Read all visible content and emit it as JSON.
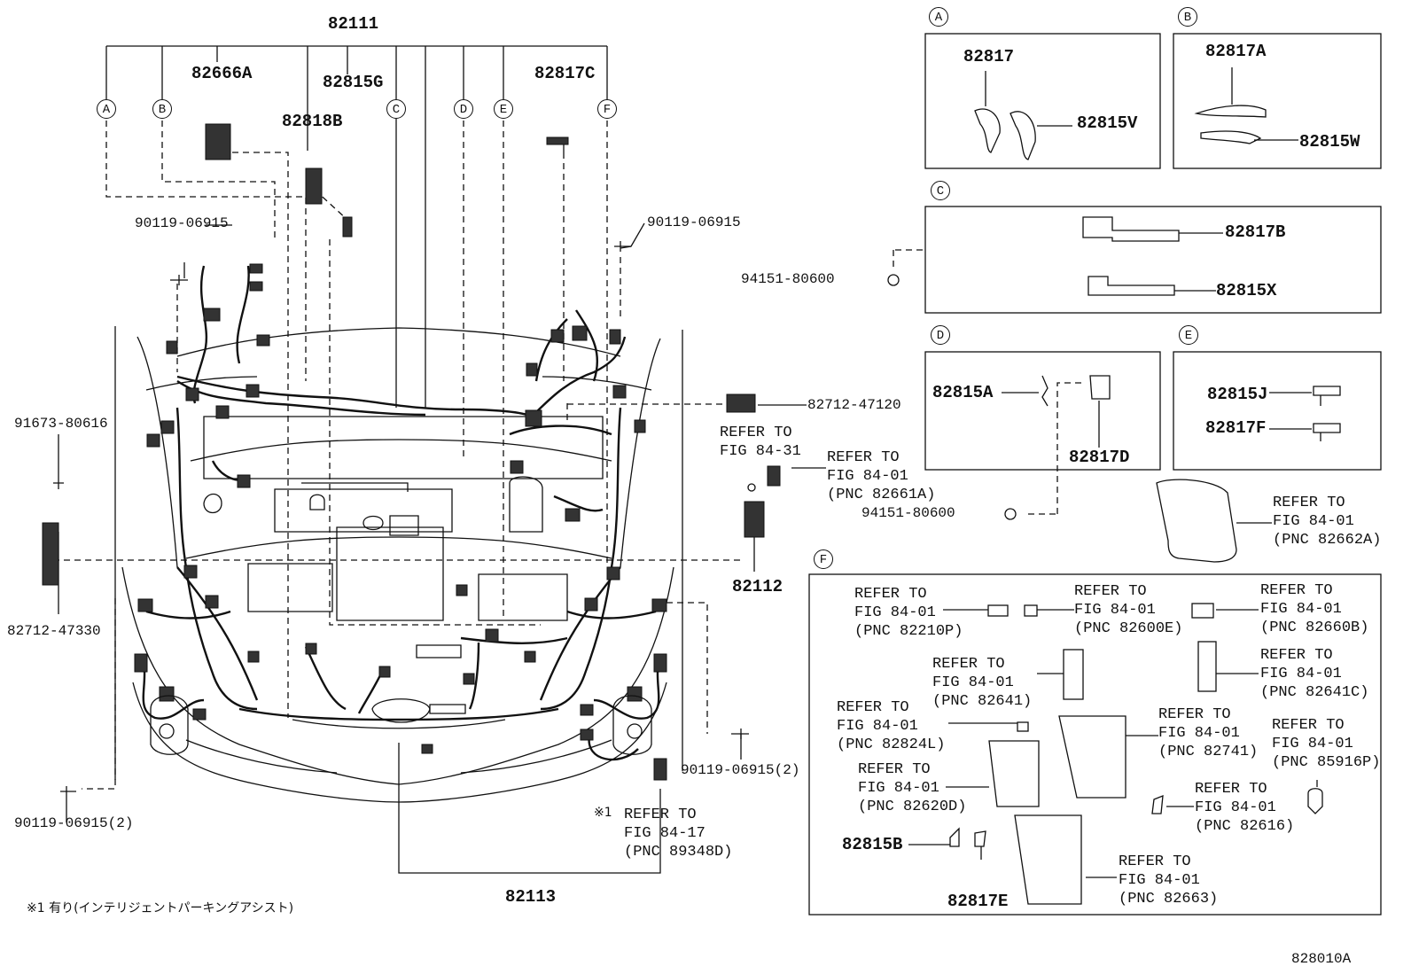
{
  "main": {
    "pn_82111": "82111",
    "pn_82666A": "82666A",
    "pn_82815G": "82815G",
    "pn_82818B": "82818B",
    "pn_82817C": "82817C",
    "letters": [
      "A",
      "B",
      "C",
      "D",
      "E",
      "F"
    ],
    "bolt_top_left": "90119-06915",
    "bolt_top_right": "90119-06915",
    "bolt_left": "91673-80616",
    "bracket_left": "82712-47330",
    "bolt_bottom_left": "90119-06915(2)",
    "bolt_bottom_right": "90119-06915(2)",
    "bracket_right": "82712-47120",
    "ref_84_31": "REFER TO\nFIG 84-31",
    "ref_82661A": "REFER TO\nFIG 84-01\n(PNC 82661A)",
    "pn_82112": "82112",
    "pn_82113": "82113",
    "mark_1": "※1",
    "ref_89348D": "REFER TO\nFIG 84-17\n(PNC 89348D)"
  },
  "panel_A": {
    "letter": "A",
    "pn1": "82817",
    "pn2": "82815V"
  },
  "panel_B": {
    "letter": "B",
    "pn1": "82817A",
    "pn2": "82815W"
  },
  "panel_C": {
    "letter": "C",
    "pn1": "82817B",
    "pn2": "82815X",
    "clip": "94151-80600"
  },
  "panel_D": {
    "letter": "D",
    "pn1": "82815A",
    "pn2": "82817D",
    "clip": "94151-80600"
  },
  "panel_E": {
    "letter": "E",
    "pn1": "82815J",
    "pn2": "82817F"
  },
  "ref_82662A": "REFER TO\nFIG 84-01\n(PNC 82662A)",
  "panel_F": {
    "letter": "F",
    "ref_82210P": "REFER TO\nFIG 84-01\n(PNC 82210P)",
    "ref_82600E": "REFER TO\nFIG 84-01\n(PNC 82600E)",
    "ref_82660B": "REFER TO\nFIG 84-01\n(PNC 82660B)",
    "ref_82641": "REFER TO\nFIG 84-01\n(PNC 82641)",
    "ref_82641C": "REFER TO\nFIG 84-01\n(PNC 82641C)",
    "ref_82824L": "REFER TO\nFIG 84-01\n(PNC 82824L)",
    "ref_82741": "REFER TO\nFIG 84-01\n(PNC 82741)",
    "ref_85916P": "REFER TO\nFIG 84-01\n(PNC 85916P)",
    "ref_82620D": "REFER TO\nFIG 84-01\n(PNC 82620D)",
    "ref_82616": "REFER TO\nFIG 84-01\n(PNC 82616)",
    "ref_82663": "REFER TO\nFIG 84-01\n(PNC 82663)",
    "pn_82815B": "82815B",
    "pn_82817E": "82817E"
  },
  "footnote": "※1 有り(インテリジェントパーキングアシスト)",
  "figure_code": "828010A"
}
